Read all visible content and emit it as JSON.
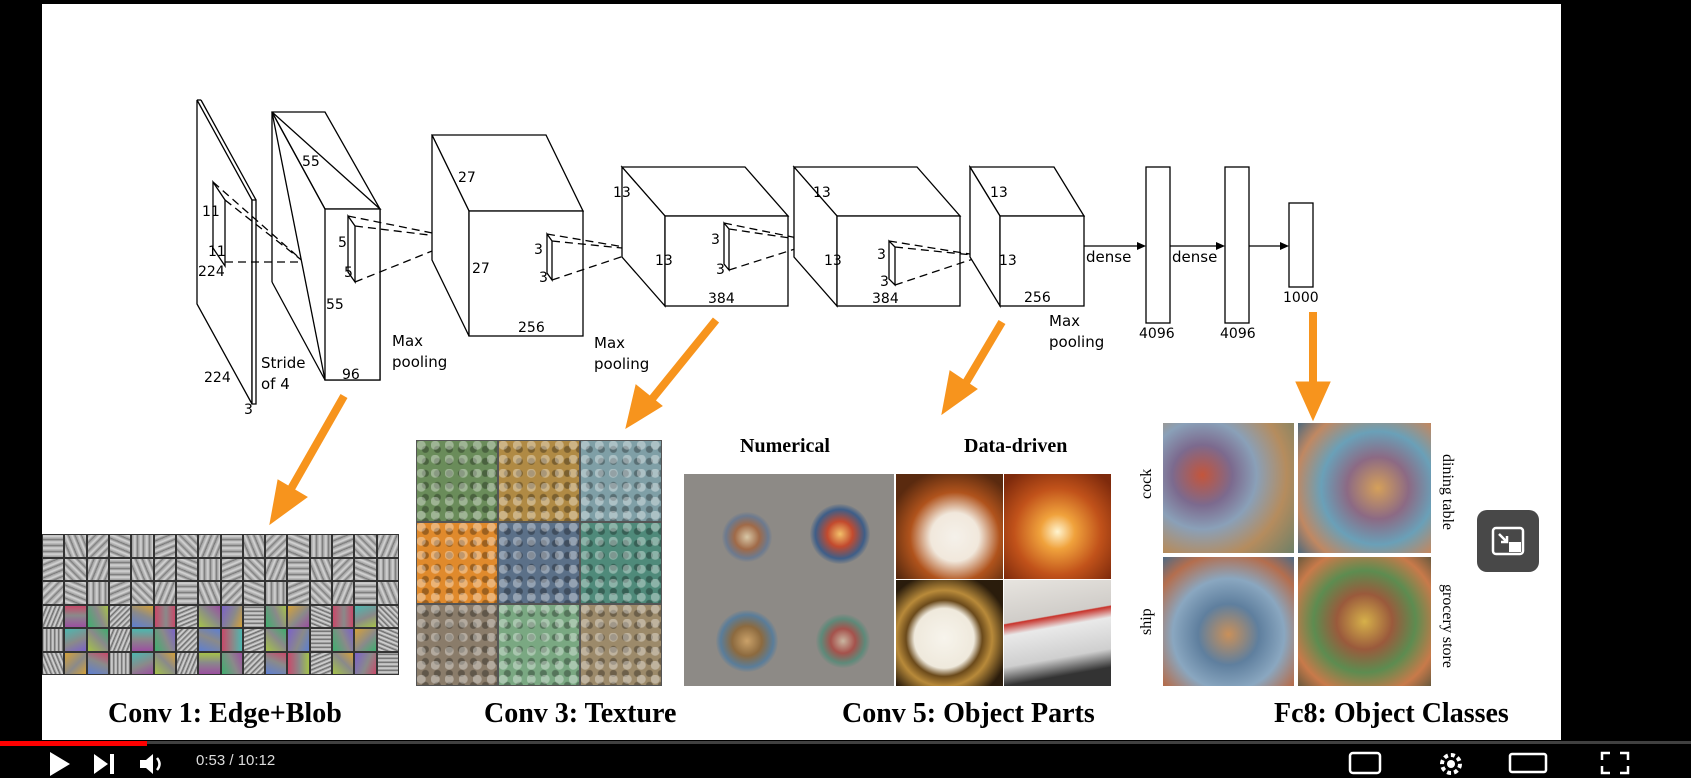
{
  "diagram": {
    "labels": {
      "in_h": "224",
      "in_w": "224",
      "in_d": "3",
      "k1_h": "11",
      "k1_w": "11",
      "stride": "Stride\nof 4",
      "c1_a": "55",
      "c1_b": "55",
      "c1_d": "96",
      "k2_a": "5",
      "k2_b": "5",
      "pool1": "Max\npooling",
      "c2_a": "27",
      "c2_b": "27",
      "c2_d": "256",
      "k3_a": "3",
      "k3_b": "3",
      "pool2": "Max\npooling",
      "c3_a": "13",
      "c3_b": "13",
      "c3_d": "384",
      "k4_a": "3",
      "k4_b": "3",
      "c4_a": "13",
      "c4_b": "13",
      "c4_d": "384",
      "k5_a": "3",
      "k5_b": "3",
      "c5_a": "13",
      "c5_b": "13",
      "c5_d": "256",
      "pool3": "Max\npooling",
      "dense1": "dense",
      "dense2": "dense",
      "fc1": "4096",
      "fc2": "4096",
      "out": "1000"
    },
    "arrow_color": "#f7941d"
  },
  "panels": {
    "numerical": "Numerical",
    "data_driven": "Data-driven",
    "class_cock": "cock",
    "class_ship": "ship",
    "class_dining": "dining table",
    "class_grocery": "grocery store"
  },
  "captions": {
    "conv1": "Conv 1: Edge+Blob",
    "conv3": "Conv 3: Texture",
    "conv5": "Conv 5: Object Parts",
    "fc8": "Fc8: Object Classes"
  },
  "player": {
    "time": "0:53 / 10:12",
    "progress": 0.087,
    "icons": [
      "play-icon",
      "next-icon",
      "volume-icon",
      "miniplayer-icon",
      "settings-icon",
      "fullscreen-icon"
    ]
  }
}
